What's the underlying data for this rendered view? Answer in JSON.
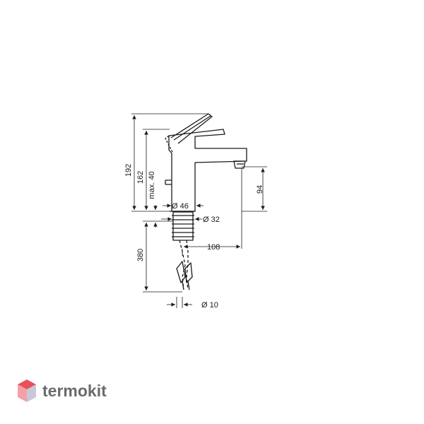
{
  "drawing": {
    "dimensions": {
      "total_height": "192",
      "spout_height": "162",
      "max_deck": "max. 40",
      "body_diameter": "Ø 46",
      "thread_diameter": "Ø 32",
      "hose_length": "380",
      "projection": "108",
      "spout_clearance": "94",
      "hose_diameter": "Ø 10"
    }
  },
  "watermark": {
    "brand": "termokit",
    "colors": {
      "top": "#e8505b",
      "left": "#f4a0a8",
      "right": "#c8c8d8"
    }
  }
}
